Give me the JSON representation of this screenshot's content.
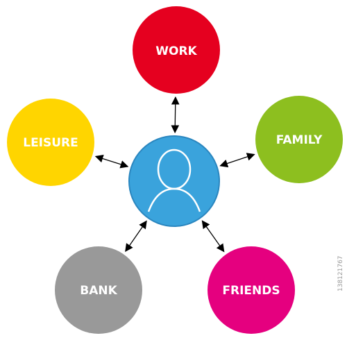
{
  "diagram": {
    "center": {
      "icon": "user-icon",
      "fill": "#3aa3dc",
      "stroke": "#2a86bf"
    },
    "nodes": [
      {
        "id": "work",
        "label": "WORK",
        "color": "#e5001f"
      },
      {
        "id": "family",
        "label": "FAMILY",
        "color": "#8dbf1f"
      },
      {
        "id": "friends",
        "label": "FRIENDS",
        "color": "#e5007f"
      },
      {
        "id": "bank",
        "label": "BANK",
        "color": "#999999"
      },
      {
        "id": "leisure",
        "label": "LEISURE",
        "color": "#ffd500"
      }
    ],
    "arrow_color": "#000000"
  },
  "watermark": {
    "stock_id": "138121767"
  }
}
